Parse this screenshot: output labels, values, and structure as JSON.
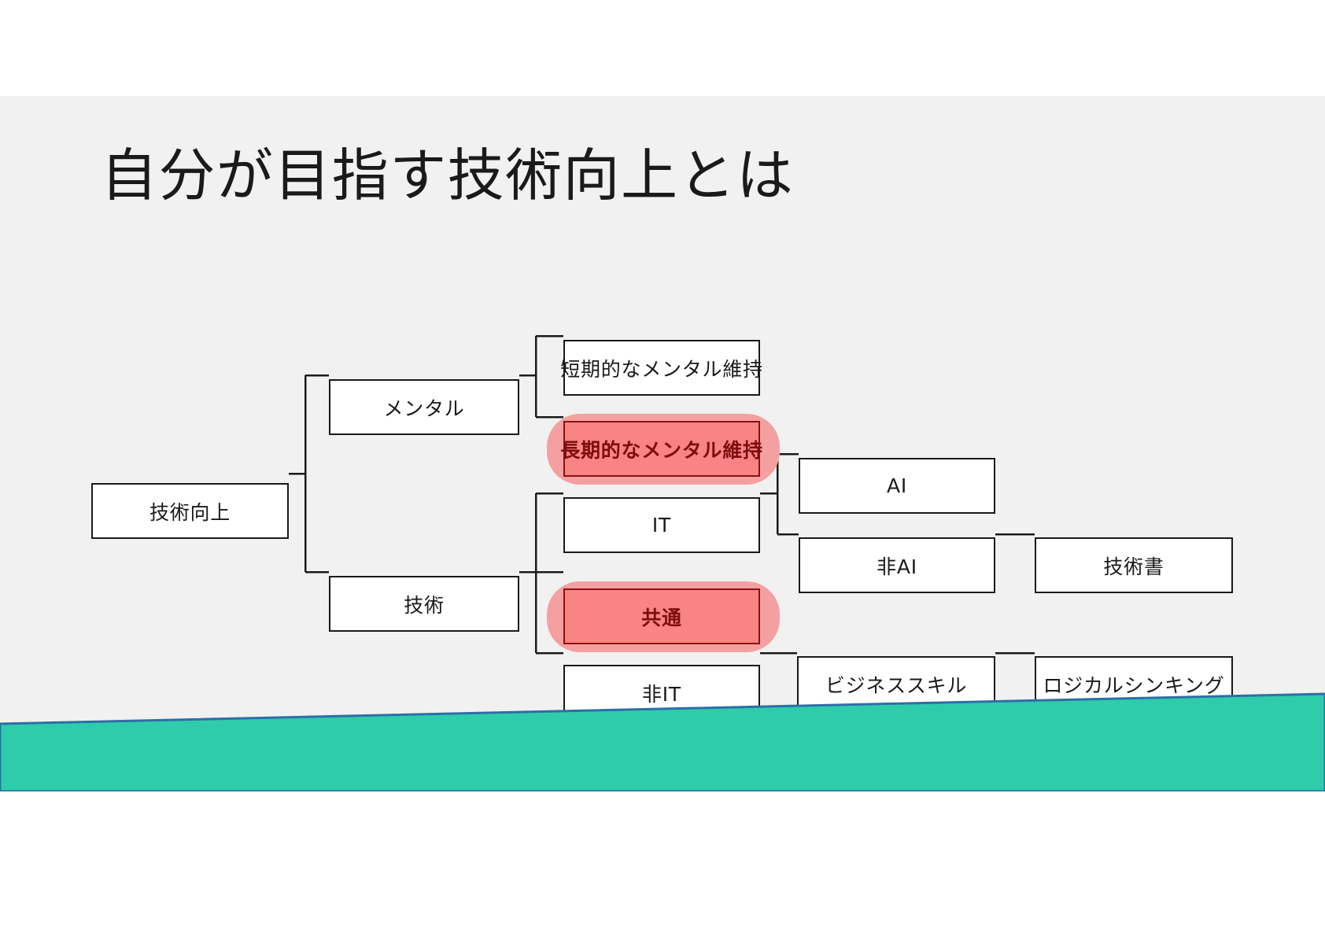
{
  "slide": {
    "title": "自分が目指す技術向上とは",
    "background_color": "#F1F1F1",
    "page_background_color": "#FFFFFF"
  },
  "theme": {
    "node_border_color": "#1A1A1A",
    "node_fill_color": "#FFFFFF",
    "highlight_fill_color": "#F98484",
    "highlight_glow_color": "#F5A0A0",
    "highlight_border_color": "#8C1010",
    "highlight_text_color": "#7E0D0D",
    "footer_teal_color": "#2ECCAB",
    "footer_border_color": "#2D6FA6"
  },
  "diagram": {
    "type": "tree",
    "root": "技術向上",
    "nodes": [
      {
        "id": "root",
        "label": "技術向上",
        "level": 0,
        "highlight": false
      },
      {
        "id": "mental",
        "label": "メンタル",
        "level": 1,
        "highlight": false
      },
      {
        "id": "tech",
        "label": "技術",
        "level": 1,
        "highlight": false
      },
      {
        "id": "short",
        "label": "短期的なメンタル維持",
        "level": 2,
        "highlight": false
      },
      {
        "id": "long",
        "label": "長期的なメンタル維持",
        "level": 2,
        "highlight": true
      },
      {
        "id": "it",
        "label": "IT",
        "level": 2,
        "highlight": false
      },
      {
        "id": "common",
        "label": "共通",
        "level": 2,
        "highlight": true
      },
      {
        "id": "nonit",
        "label": "非IT",
        "level": 2,
        "highlight": false
      },
      {
        "id": "ai",
        "label": "AI",
        "level": 3,
        "highlight": false
      },
      {
        "id": "nonai",
        "label": "非AI",
        "level": 3,
        "highlight": false
      },
      {
        "id": "bizskill",
        "label": "ビジネススキル",
        "level": 3,
        "highlight": false
      },
      {
        "id": "techbook",
        "label": "技術書",
        "level": 4,
        "highlight": false
      },
      {
        "id": "logical",
        "label": "ロジカルシンキング",
        "level": 4,
        "highlight": false
      }
    ],
    "edges": [
      [
        "root",
        "mental"
      ],
      [
        "root",
        "tech"
      ],
      [
        "mental",
        "short"
      ],
      [
        "mental",
        "long"
      ],
      [
        "tech",
        "it"
      ],
      [
        "tech",
        "common"
      ],
      [
        "tech",
        "nonit"
      ],
      [
        "it",
        "ai"
      ],
      [
        "it",
        "nonai"
      ],
      [
        "nonai",
        "techbook"
      ],
      [
        "nonit",
        "bizskill"
      ],
      [
        "bizskill",
        "logical"
      ]
    ]
  }
}
